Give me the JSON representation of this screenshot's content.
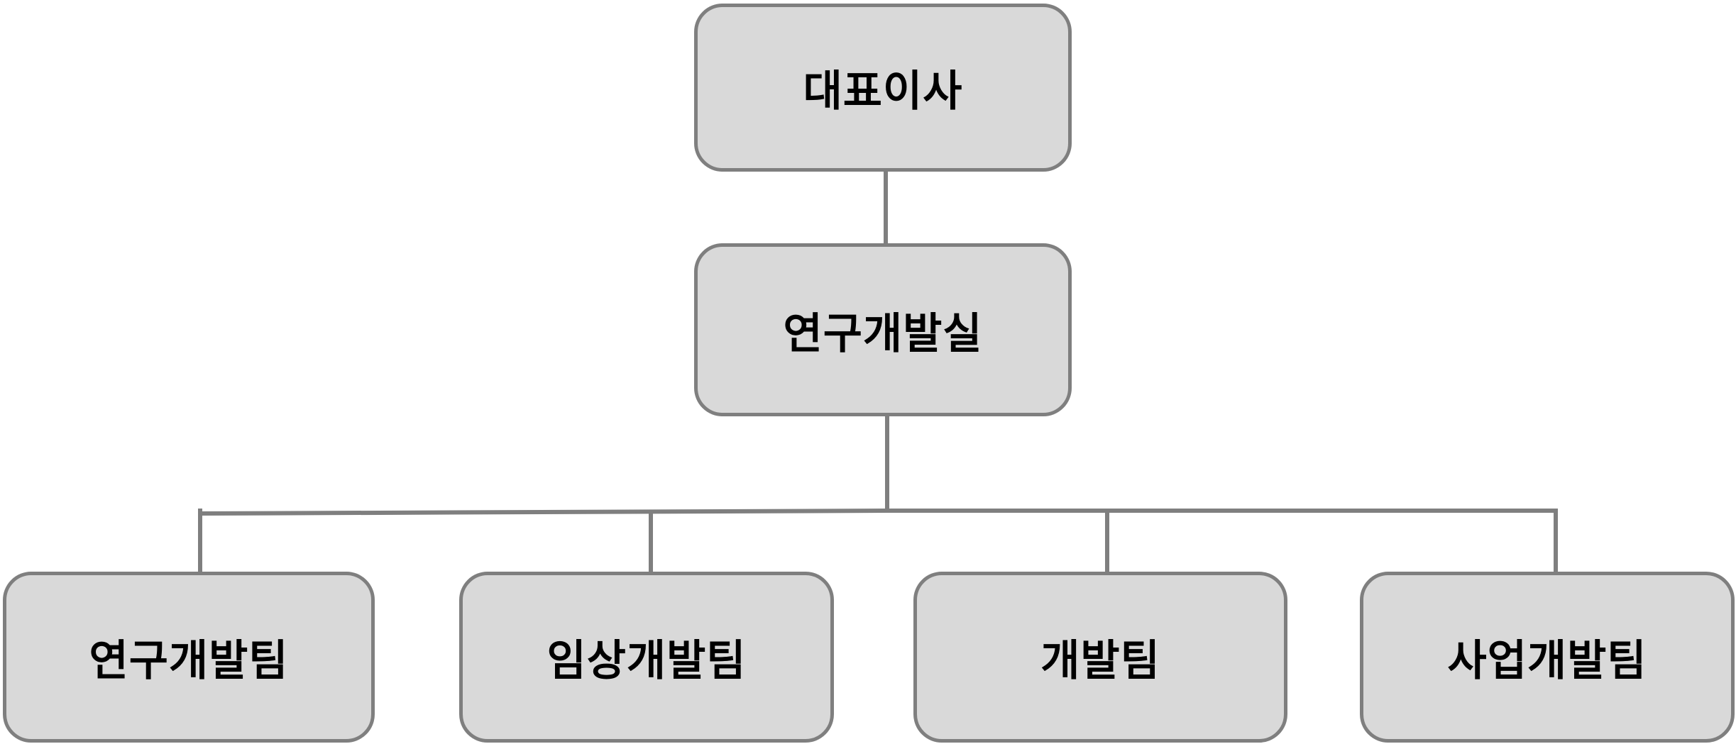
{
  "diagram": {
    "type": "org-chart",
    "background_color": "#ffffff",
    "node_fill_color": "#d9d9d9",
    "node_border_color": "#7f7f7f",
    "connector_color": "#7f7f7f",
    "text_color": "#000000",
    "nodes": [
      {
        "id": "ceo",
        "label": "대표이사",
        "level": 0,
        "parent": null
      },
      {
        "id": "rnd-office",
        "label": "연구개발실",
        "level": 1,
        "parent": "ceo"
      },
      {
        "id": "rnd-team",
        "label": "연구개발팀",
        "level": 2,
        "parent": "rnd-office"
      },
      {
        "id": "clinical-team",
        "label": "임상개발팀",
        "level": 2,
        "parent": "rnd-office"
      },
      {
        "id": "dev-team",
        "label": "개발팀",
        "level": 2,
        "parent": "rnd-office"
      },
      {
        "id": "bizdev-team",
        "label": "사업개발팀",
        "level": 2,
        "parent": "rnd-office"
      }
    ]
  }
}
